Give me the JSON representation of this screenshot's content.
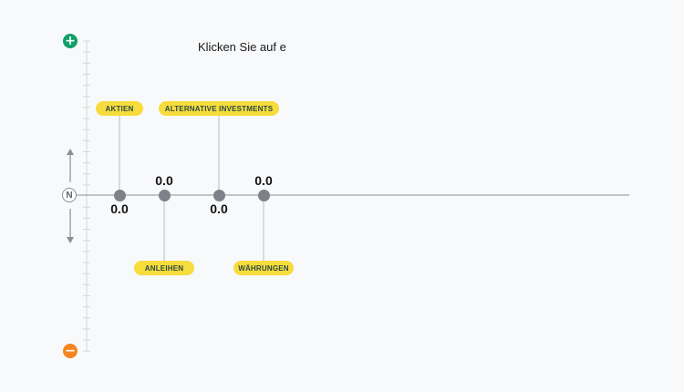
{
  "instruction": "Klicken Sie auf e",
  "controls": {
    "plus_symbol": "+",
    "minus_symbol": "−",
    "neutral_label": "N",
    "plus_color": "#10a06a",
    "minus_color": "#f5861f"
  },
  "colors": {
    "pill": "#f6dc3c",
    "dot": "#7d8288",
    "axis": "#8a8f96",
    "connector": "#b9bdc2"
  },
  "assets": [
    {
      "label": "AKTIEN",
      "value": "0.0",
      "label_side": "above",
      "value_side": "below"
    },
    {
      "label": "ANLEIHEN",
      "value": "0.0",
      "label_side": "below",
      "value_side": "above"
    },
    {
      "label": "ALTERNATIVE INVESTMENTS",
      "value": "0.0",
      "label_side": "above",
      "value_side": "below"
    },
    {
      "label": "WÄHRUNGEN",
      "value": "0.0",
      "label_side": "below",
      "value_side": "above"
    }
  ]
}
